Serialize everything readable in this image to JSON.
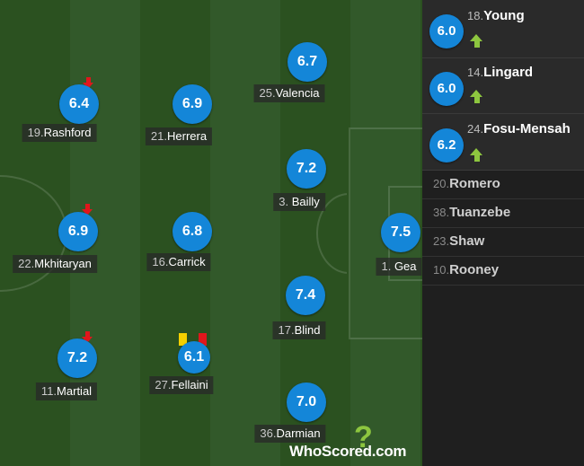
{
  "players": [
    {
      "number": "19",
      "name": "Rashford",
      "rating": "6.4",
      "subbed_off": true
    },
    {
      "number": "21",
      "name": "Herrera",
      "rating": "6.9"
    },
    {
      "number": "25",
      "name": "Valencia",
      "rating": "6.7"
    },
    {
      "number": "3",
      "name": "Bailly",
      "rating": "7.2"
    },
    {
      "number": "22",
      "name": "Mkhitaryan",
      "rating": "6.9",
      "subbed_off": true
    },
    {
      "number": "16",
      "name": "Carrick",
      "rating": "6.8"
    },
    {
      "number": "1",
      "name": "Gea",
      "rating": "7.5"
    },
    {
      "number": "17",
      "name": "Blind",
      "rating": "7.4"
    },
    {
      "number": "11",
      "name": "Martial",
      "rating": "7.2",
      "subbed_off": true
    },
    {
      "number": "27",
      "name": "Fellaini",
      "rating": "6.1",
      "cards": [
        "yellow",
        "red"
      ]
    },
    {
      "number": "36",
      "name": "Darmian",
      "rating": "7.0"
    }
  ],
  "substitutes": [
    {
      "number": "18",
      "name": "Young",
      "rating": "6.0"
    },
    {
      "number": "14",
      "name": "Lingard",
      "rating": "6.0"
    },
    {
      "number": "24",
      "name": "Fosu-Mensah",
      "rating": "6.2"
    }
  ],
  "unused_substitutes": [
    {
      "number": "20",
      "name": "Romero"
    },
    {
      "number": "38",
      "name": "Tuanzebe"
    },
    {
      "number": "23",
      "name": "Shaw"
    },
    {
      "number": "10",
      "name": "Rooney"
    }
  ],
  "logo": {
    "text": "WhoScored.com",
    "mark": "?"
  },
  "colors": {
    "rating_bg": "#1486d8",
    "sub_arrow": "#8dc63f",
    "off_arrow": "#e0161c",
    "yellow_card": "#f5d000",
    "red_card": "#e0161c"
  }
}
